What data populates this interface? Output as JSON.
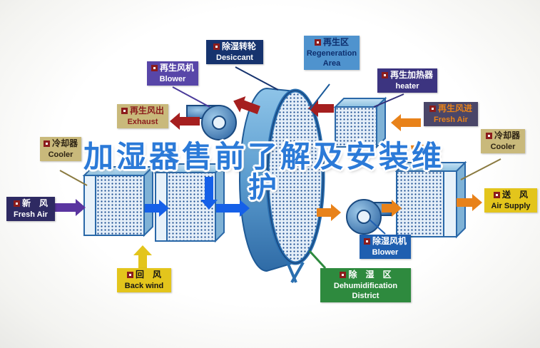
{
  "watermark": {
    "line1": "加湿器售前了解及安装维",
    "line2": "护"
  },
  "labels": {
    "desiccant": {
      "zh": "除湿转轮",
      "en": "Desiccant"
    },
    "regeneration_area": {
      "zh": "再生区",
      "en": "Regeneration Area"
    },
    "regen_blower": {
      "zh": "再生风机",
      "en": "Blower"
    },
    "regen_heater": {
      "zh": "再生加热器",
      "en": "heater"
    },
    "exhaust": {
      "zh": "再生风出",
      "en": "Exhaust"
    },
    "regen_fresh_air": {
      "zh": "再生风进",
      "en": "Fresh Air"
    },
    "cooler_left": {
      "zh": "冷却器",
      "en": "Cooler"
    },
    "cooler_right": {
      "zh": "冷却器",
      "en": "Cooler"
    },
    "fresh_air": {
      "zh": "新　风",
      "en": "Fresh Air"
    },
    "back_wind": {
      "zh": "回　风",
      "en": "Back wind"
    },
    "air_supply": {
      "zh": "送　风",
      "en": "Air Supply"
    },
    "dehumid_blower": {
      "zh": "除湿风机",
      "en": "Blower"
    },
    "dehumid_district": {
      "zh": "除　湿　区",
      "en": "Dehumidification District"
    }
  },
  "colors": {
    "watermark_blue": "#2b7ad8",
    "navy_label": "#16336e",
    "blue_label": "#4f93ce",
    "violet_label": "#5846a8",
    "purple_label": "#3c3480",
    "tan_label": "#c9b97b",
    "slate_label": "#4a4668",
    "indigo_label": "#2e2a62",
    "yellow_label": "#e3c51c",
    "process_blue_label": "#1f5fb0",
    "green_label": "#2e8a3e",
    "marker_red": "#8b1c1c",
    "arrow_orange": "#e8821a",
    "arrow_dark_red": "#a51f1f",
    "arrow_blue": "#1560e8",
    "arrow_purple": "#5a35a0",
    "arrow_yellow": "#e3c51c"
  }
}
